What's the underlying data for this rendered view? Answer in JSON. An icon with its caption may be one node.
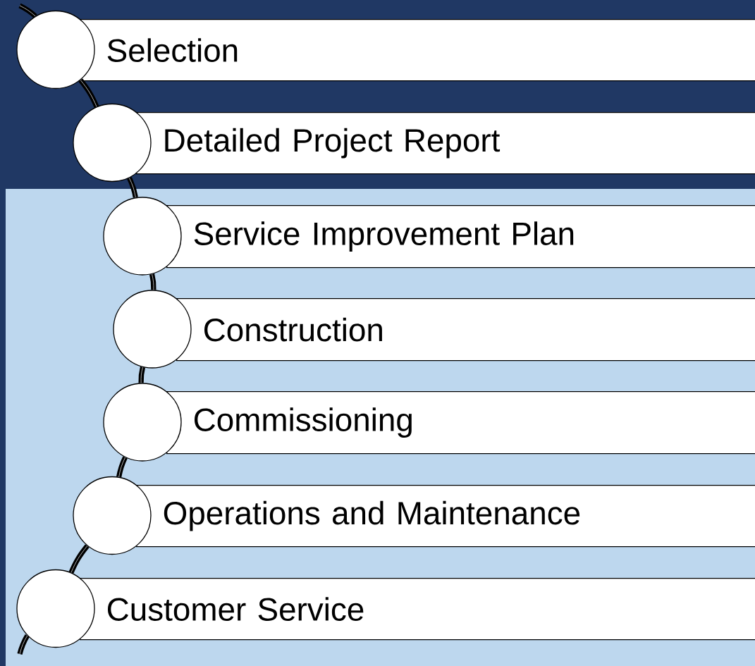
{
  "diagram": {
    "nodes": [
      {
        "text": [],
        "shape": "circle"
      },
      {
        "text": [
          "Selection"
        ]
      },
      {
        "text": [],
        "shape": "circle"
      },
      {
        "text": [
          "Detailed Project Report"
        ]
      },
      {
        "text": [],
        "shape": "circle"
      },
      {
        "text": [
          "Service Improvement Plan"
        ]
      },
      {
        "text": [],
        "shape": "circle"
      },
      {
        "text": [
          "Construction"
        ]
      },
      {
        "text": [],
        "shape": "circle"
      },
      {
        "text": [
          "Commissioning"
        ]
      },
      {
        "text": [],
        "shape": "circle"
      },
      {
        "text": [
          "Operations and Maintenance"
        ]
      },
      {
        "text": [],
        "shape": "circle"
      },
      {
        "text": [
          "Customer Service"
        ]
      }
    ],
    "edges": [
      {
        "from": null,
        "to": 0,
        "arrow": "none"
      },
      {
        "from": 0,
        "to": 2,
        "arrow": "none"
      },
      {
        "from": 2,
        "to": 4,
        "arrow": "none"
      },
      {
        "from": 4,
        "to": 6,
        "arrow": "none"
      },
      {
        "from": 6,
        "to": 8,
        "arrow": "none"
      },
      {
        "from": 8,
        "to": 10,
        "arrow": "none"
      },
      {
        "from": 10,
        "to": 12,
        "arrow": "none"
      },
      {
        "from": 12,
        "to": null,
        "arrow": "none"
      }
    ]
  }
}
